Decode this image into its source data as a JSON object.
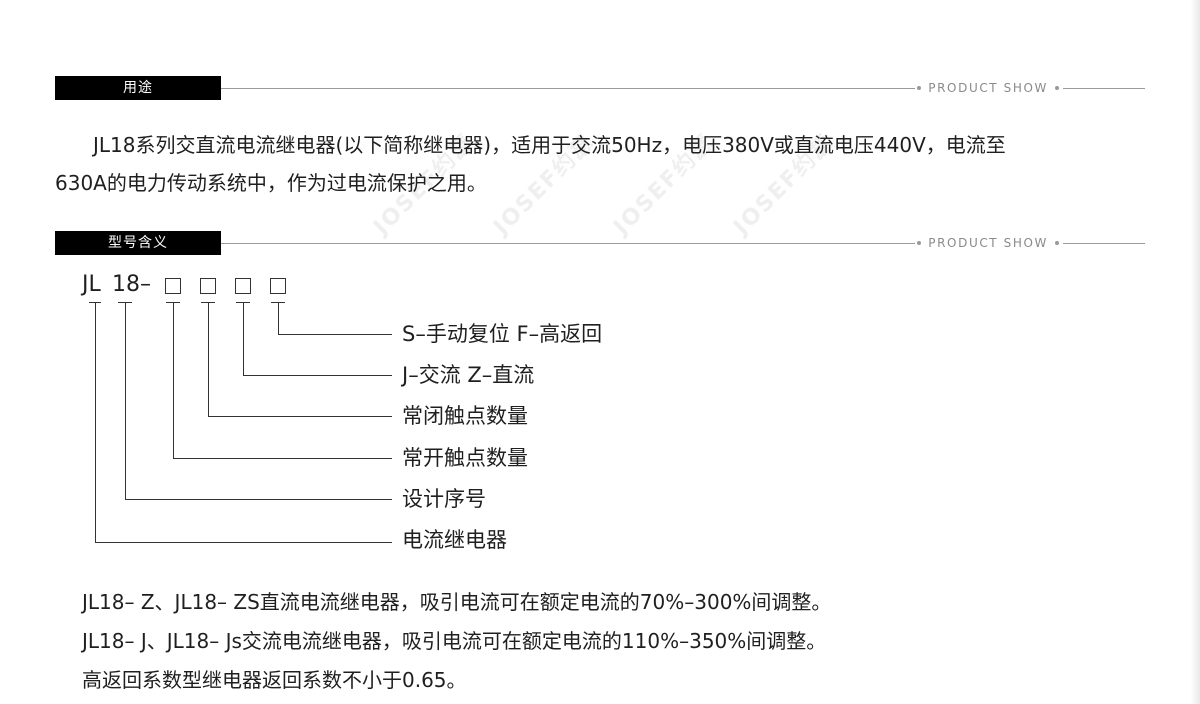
{
  "sections": [
    {
      "title": "用途",
      "tag": "PRODUCT SHOW"
    },
    {
      "title": "型号含义",
      "tag": "PRODUCT SHOW"
    }
  ],
  "usage": {
    "line1": "JL18系列交直流电流继电器(以下简称继电器)，适用于交流50Hz，电压380V或直流电压440V，电流至",
    "line2": "630A的电力传动系统中，作为过电流保护之用。"
  },
  "watermark": "JOSEF约瑟",
  "model": {
    "prefix": "JL",
    "number": "18",
    "dash": "–",
    "legend": [
      "S–手动复位  F–高返回",
      "J–交流   Z–直流",
      "常闭触点数量",
      "常开触点数量",
      "设计序号",
      "电流继电器"
    ]
  },
  "notes": [
    "JL18– Z、JL18– ZS直流电流继电器，吸引电流可在额定电流的70%–300%间调整。",
    "JL18– J、JL18– Js交流电流继电器，吸引电流可在额定电流的110%–350%间调整。",
    "高返回系数型继电器返回系数不小于0.65。"
  ]
}
